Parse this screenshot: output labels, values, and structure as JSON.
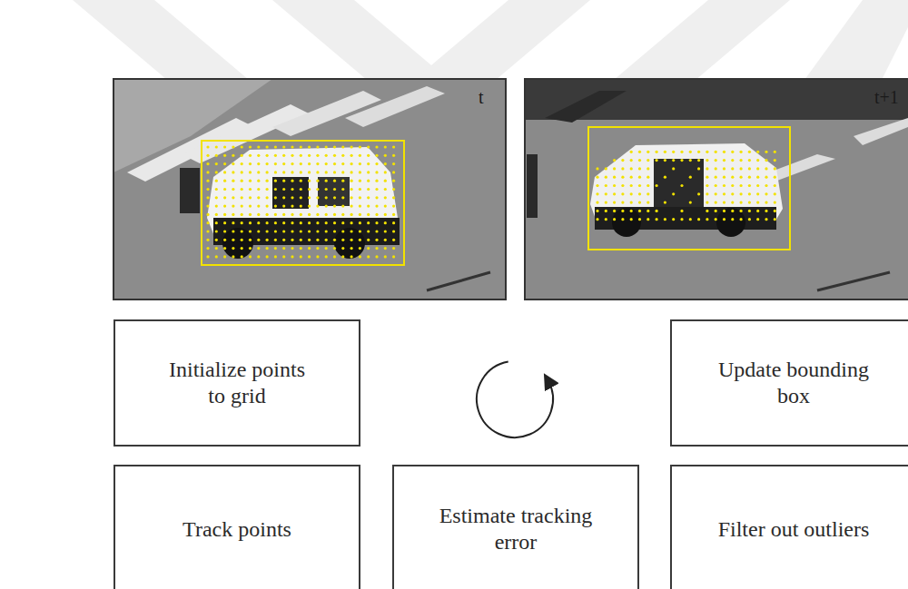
{
  "diagram": {
    "nodes": [
      {
        "text": [
          "Initialize points to grid"
        ]
      },
      {
        "text": [
          "Update bounding box"
        ]
      },
      {
        "text": [
          "Track points"
        ]
      },
      {
        "text": [
          "Estimate tracking error"
        ]
      },
      {
        "text": [
          "Filter out outliers"
        ]
      }
    ],
    "labels": [
      "t",
      "t+1"
    ]
  }
}
